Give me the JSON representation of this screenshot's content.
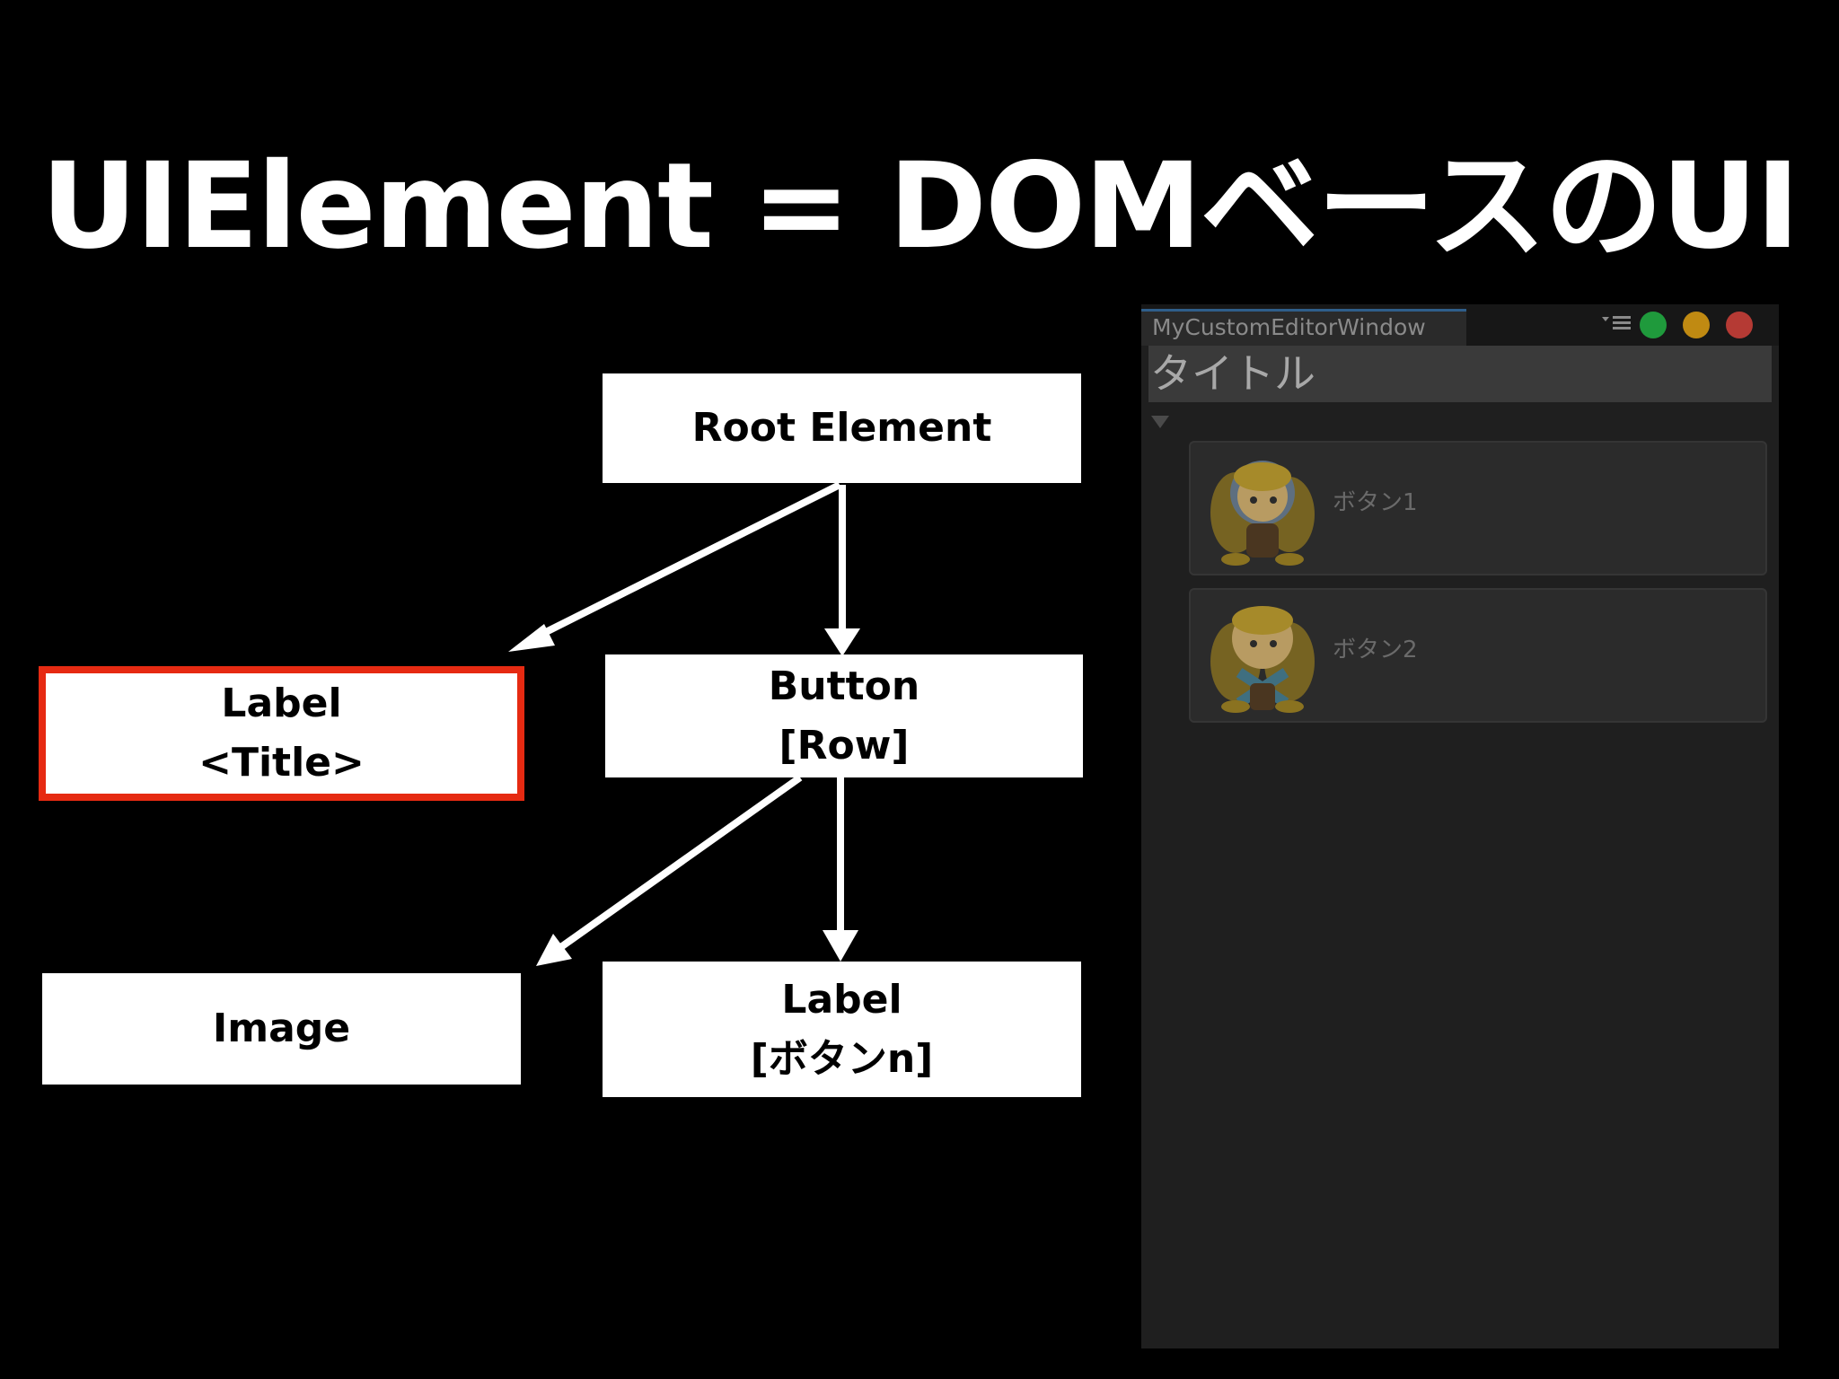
{
  "title": "UIElement = DOMベースのUI",
  "diagram": {
    "root": {
      "label": "Root Element"
    },
    "label_title": {
      "line1": "Label",
      "line2": "<Title>"
    },
    "button_row": {
      "line1": "Button",
      "line2": "[Row]"
    },
    "image": {
      "label": "Image"
    },
    "label_button": {
      "line1": "Label",
      "line2": "[ボタンn]"
    },
    "highlight_color": "#e62a12"
  },
  "editor_window": {
    "tab_title": "MyCustomEditorWindow",
    "title_label": "タイトル",
    "buttons": [
      {
        "label": "ボタン1",
        "image_icon": "character-image-icon"
      },
      {
        "label": "ボタン2",
        "image_icon": "character-image-icon"
      }
    ],
    "window_controls": {
      "green": "#1f9a3c",
      "yellow": "#c08a12",
      "red": "#b53a34"
    }
  }
}
